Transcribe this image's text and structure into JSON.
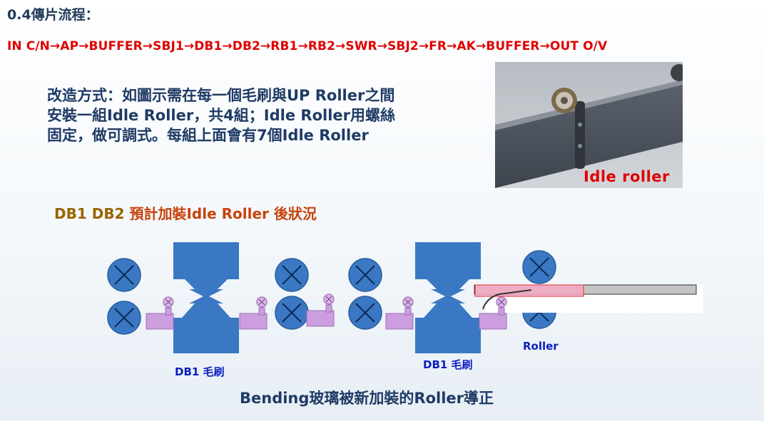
{
  "header": {
    "section_title": "0.4傳片流程：",
    "process_flow": "IN C/N→AP→BUFFER→SBJ1→DB1→DB2→RB1→RB2→SWR→SBJ2→FR→AK→BUFFER→OUT  O/V"
  },
  "method": {
    "text": "改造方式：如圖示需在每一個毛刷與UP Roller之間安裝一組Idle Roller，共4組；Idle Roller用螺絲固定，做可調式。每組上面會有7個Idle Roller"
  },
  "photo": {
    "label": "Idle roller"
  },
  "subtitle": {
    "db_part": "DB1 DB2 ",
    "rest_part": "預計加裝Idle Roller 後狀況"
  },
  "diagram": {
    "label_db1_left": "DB1 毛刷",
    "label_db1_right": "DB1 毛刷",
    "label_roller": "Roller"
  },
  "caption": "Bending玻璃被新加裝的Roller導正",
  "colors": {
    "flow_red": "#e00000",
    "brush_blue": "#3a78c3",
    "idle_roller_pink": "#dcb4e6",
    "mount_purple": "#cc9ee0",
    "glass_pink": "#f4a9c4"
  }
}
